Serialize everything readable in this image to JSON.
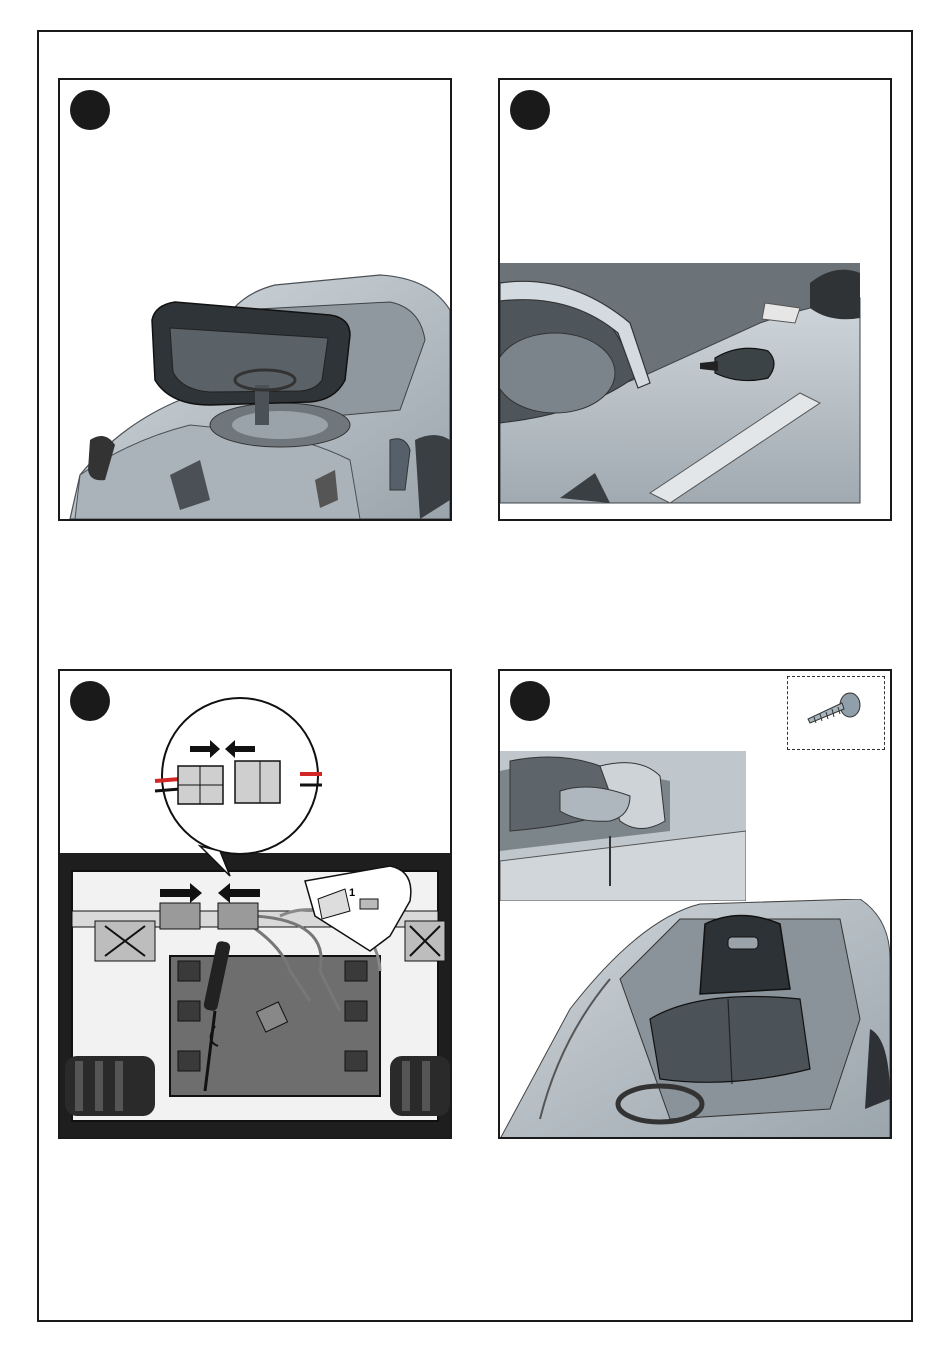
{
  "page": {
    "panels": [
      {
        "id": 1,
        "subject": "windshield-frame"
      },
      {
        "id": 2,
        "subject": "side-mirror"
      },
      {
        "id": 3,
        "subject": "battery-connector",
        "callout_number": "1"
      },
      {
        "id": 4,
        "subject": "seat-installation",
        "hardware": "screw-icon"
      }
    ]
  },
  "colors": {
    "body_silver": "#b9c2c9",
    "body_dark": "#5b6369",
    "glass": "#3c4246",
    "wire_red": "#d22727",
    "badge": "#1a1a1a"
  }
}
